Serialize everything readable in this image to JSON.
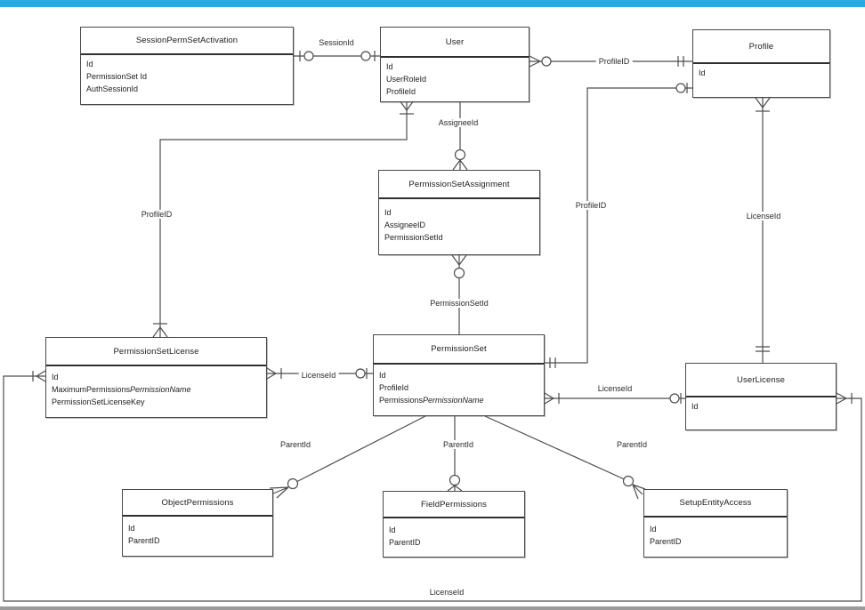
{
  "theme": {
    "accent_bar_color": "#29a9e1",
    "line_color": "#4d4d4d"
  },
  "entities": {
    "sessionPermSetActivation": {
      "title": "SessionPermSetActivation",
      "fields": [
        "Id",
        "PermissionSet Id",
        "AuthSessionId"
      ]
    },
    "user": {
      "title": "User",
      "fields": [
        "Id",
        "UserRoleId",
        "ProfileId"
      ]
    },
    "profile": {
      "title": "Profile",
      "fields": [
        "Id"
      ]
    },
    "permissionSetAssignment": {
      "title": "PermissionSetAssignment",
      "fields": [
        "Id",
        "AssigneeID",
        "PermissionSetId"
      ]
    },
    "permissionSetLicense": {
      "title": "PermissionSetLicense",
      "field_id": "Id",
      "field_max_prefix": "MaximumPermissions",
      "field_max_italic": "PermissionName",
      "field_key": "PermissionSetLicenseKey"
    },
    "permissionSet": {
      "title": "PermissionSet",
      "field_id": "Id",
      "field_profile": "ProfileId",
      "field_perm_prefix": "Permissions",
      "field_perm_italic": "PermissionName"
    },
    "userLicense": {
      "title": "UserLicense",
      "fields": [
        "Id"
      ]
    },
    "objectPermissions": {
      "title": "ObjectPermissions",
      "fields": [
        "Id",
        "ParentID"
      ]
    },
    "fieldPermissions": {
      "title": "FieldPermissions",
      "fields": [
        "Id",
        "ParentID"
      ]
    },
    "setupEntityAccess": {
      "title": "SetupEntityAccess",
      "fields": [
        "Id",
        "ParentID"
      ]
    }
  },
  "connector_labels": {
    "session_id": "SessionId",
    "profile_id_user_profile": "ProfileID",
    "assignee_id": "AssigneeId",
    "profile_id_user_psl": "ProfileID",
    "permission_set_id": "PermissionSetId",
    "license_id_psl_ps": "LicenseId",
    "profile_id_ps_profile": "ProfileID",
    "license_id_profile_ul": "LicenseId",
    "license_id_ps_ul": "LicenseId",
    "parent_id_object": "ParentId",
    "parent_id_field": "ParentId",
    "parent_id_setup": "ParentId",
    "license_id_ul_psl": "LicenseId"
  }
}
